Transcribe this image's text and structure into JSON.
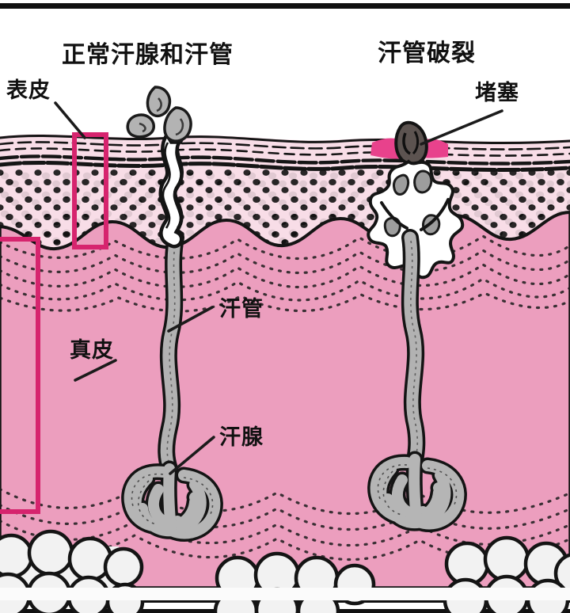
{
  "figure": {
    "title_left": "正常汗腺和汗管",
    "title_right": "汗管破裂",
    "labels": {
      "epidermis": "表皮",
      "dermis": "真皮",
      "duct": "汗管",
      "gland": "汗腺",
      "plug": "堵塞"
    }
  },
  "colors": {
    "dermis_pink": "#ec9ebe",
    "epidermis_pink": "#f8dde7",
    "inflammation": "#e8428c",
    "bracket_crimson": "#d6246e",
    "duct_gray": "#b0b0b0",
    "gland_gray": "#b5b5b5",
    "outline_black": "#141414",
    "fat_white": "#f2f2f2",
    "background": "#ffffff"
  },
  "structures": [
    {
      "name": "stratum-corneum",
      "note": "wavy layered lines at skin surface"
    },
    {
      "name": "epidermis-stipple",
      "note": "black dotted basal layer"
    },
    {
      "name": "dermal-papillae",
      "note": "wavy epidermis-dermis junction"
    },
    {
      "name": "dermis-fibers",
      "note": "dashed collagen arcs in pink dermis"
    },
    {
      "name": "subcutaneous-fat",
      "note": "white polygonal fat lobules"
    },
    {
      "name": "normal-duct",
      "note": "white corkscrew duct through epidermis"
    },
    {
      "name": "sweat-droplets",
      "note": "three gray droplets above pore"
    },
    {
      "name": "blocked-pore",
      "note": "dark keratin plug at surface"
    },
    {
      "name": "ruptured-duct",
      "note": "burst starburst cavity in epidermis"
    },
    {
      "name": "sweat-gland-coil",
      "note": "coiled tubular gland ball"
    }
  ]
}
